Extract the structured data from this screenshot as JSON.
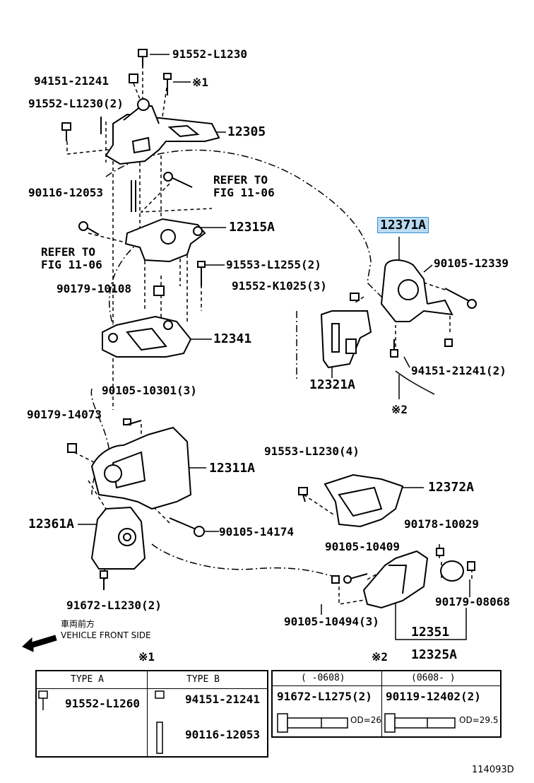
{
  "labels": {
    "p91552_L1230_top": "91552-L1230",
    "p94151_21241": "94151-21241",
    "mark1_top": "※1",
    "p91552_L1230_2": "91552-L1230(2)",
    "p12305": "12305",
    "p90116_12053": "90116-12053",
    "refer_a_1": "REFER TO",
    "refer_a_2": "FIG 11-06",
    "p12315A": "12315A",
    "refer_b_1": "REFER TO",
    "refer_b_2": "FIG 11-06",
    "p91553_L1255_2": "91553-L1255(2)",
    "p90179_10108": "90179-10108",
    "p12341": "12341",
    "p90105_10301_3": "90105-10301(3)",
    "p90179_14073": "90179-14073",
    "p12311A": "12311A",
    "p12361A": "12361A",
    "p90105_14174": "90105-14174",
    "p91672_L1230_2": "91672-L1230(2)",
    "p12371A": "12371A",
    "p90105_12339": "90105-12339",
    "p91552_K1025_3": "91552-K1025(3)",
    "p12321A": "12321A",
    "p94151_21241_2": "94151-21241(2)",
    "mark2_mid": "※2",
    "p91553_L1230_4": "91553-L1230(4)",
    "p12372A": "12372A",
    "p90178_10029": "90178-10029",
    "p90105_10409": "90105-10409",
    "p90179_08068": "90179-08068",
    "p90105_10494_3": "90105-10494(3)",
    "p12351": "12351",
    "p12325A": "12325A"
  },
  "direction": {
    "jp": "車両前方",
    "en": "VEHICLE FRONT SIDE"
  },
  "table1": {
    "mark": "※1",
    "type_a": "TYPE A",
    "type_b": "TYPE B",
    "a_part": "91552-L1260",
    "b_part1": "94151-21241",
    "b_part2": "90116-12053"
  },
  "table2": {
    "mark": "※2",
    "col1_head": "(  -0608)",
    "col2_head": "(0608-   )",
    "col1_part": "91672-L1275(2)",
    "col2_part": "90119-12402(2)",
    "col1_od": "OD=26",
    "col2_od": "OD=29.5"
  },
  "figure_id": "114093D",
  "colors": {
    "highlight_fill": "#b9dcf3",
    "highlight_border": "#3a8fd0"
  }
}
